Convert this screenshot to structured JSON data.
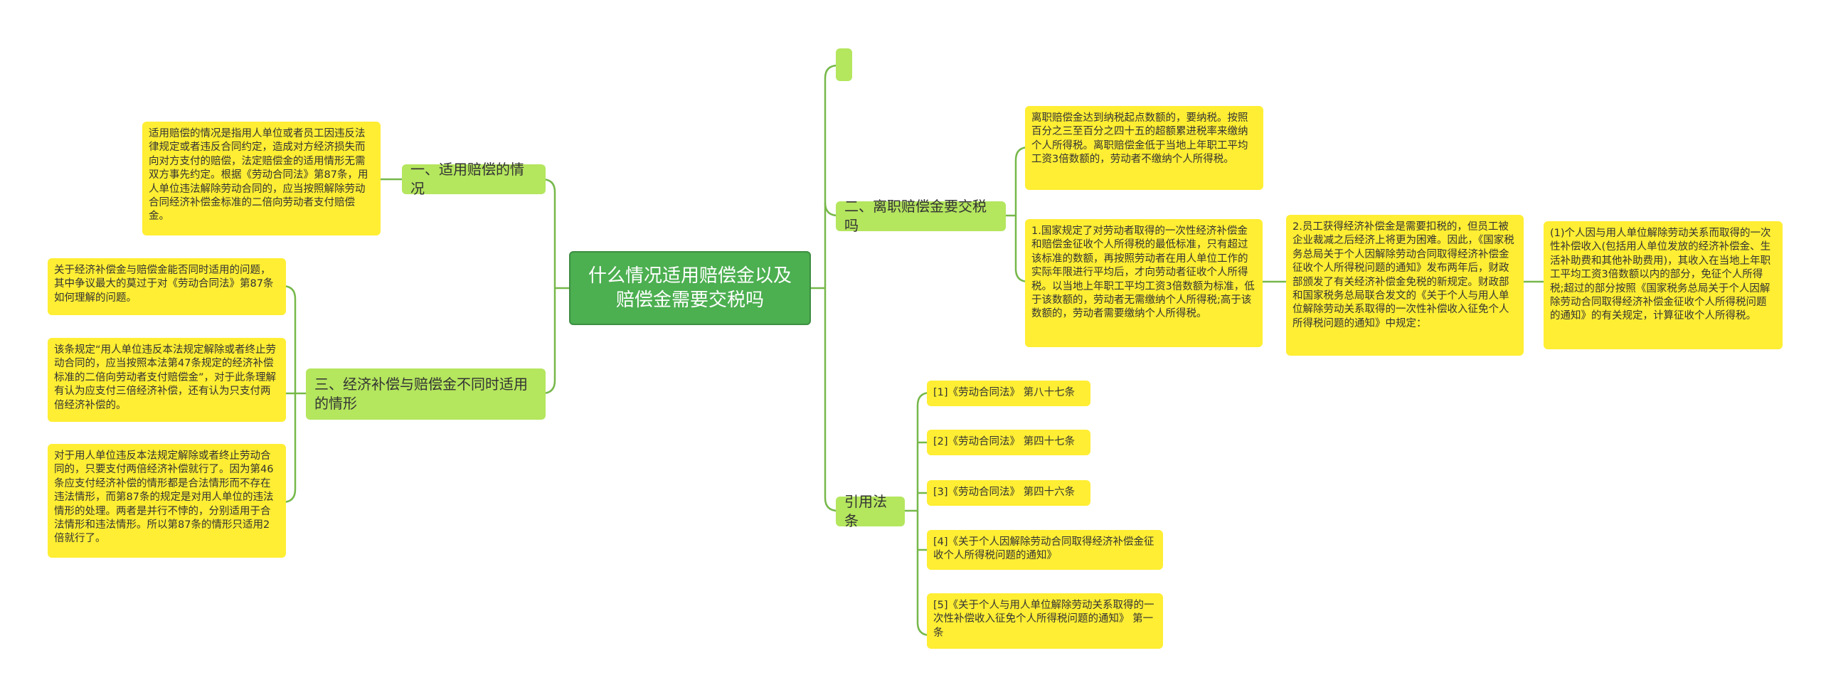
{
  "mindmap": {
    "root": "什么情况适用赔偿金以及赔偿金需要交税吗",
    "colors": {
      "root": "#4caf50",
      "branch": "#b4e65e",
      "leaf": "#ffee33",
      "line": "#76b84a"
    },
    "left": {
      "b1": {
        "title": "一、适用赔偿的情况",
        "leaf": "适用赔偿的情况是指用人单位或者员工因违反法律规定或者违反合同约定，造成对方经济损失而向对方支付的赔偿，法定赔偿金的适用情形无需双方事先约定。根据《劳动合同法》第87条，用人单位违法解除劳动合同的，应当按照解除劳动合同经济补偿金标准的二倍向劳动者支付赔偿金。"
      },
      "b3": {
        "title": "三、经济补偿与赔偿金不同时适用的情形",
        "leaves": [
          "关于经济补偿金与赔偿金能否同时适用的问题，其中争议最大的莫过于对《劳动合同法》第87条如何理解的问题。",
          "该条规定“用人单位违反本法规定解除或者终止劳动合同的，应当按照本法第47条规定的经济补偿标准的二倍向劳动者支付赔偿金”，对于此条理解有认为应支付三倍经济补偿，还有认为只支付两倍经济补偿的。",
          "对于用人单位违反本法规定解除或者终止劳动合同的，只要支付两倍经济补偿就行了。因为第46条应支付经济补偿的情形都是合法情形而不存在违法情形，而第87条的规定是对用人单位的违法情形的处理。两者是并行不悖的，分别适用于合法情形和违法情形。所以第87条的情形只适用2倍就行了。"
        ]
      }
    },
    "right": {
      "empty": "",
      "b2": {
        "title": "二、离职赔偿金要交税吗",
        "leaf1": "离职赔偿金达到纳税起点数额的，要纳税。按照百分之三至百分之四十五的超额累进税率来缴纳个人所得税。离职赔偿金低于当地上年职工平均工资3倍数额的，劳动者不缴纳个人所得税。",
        "leaf2": "1.国家规定了对劳动者取得的一次性经济补偿金和赔偿金征收个人所得税的最低标准，只有超过该标准的数额，再按照劳动者在用人单位工作的实际年限进行平均后，才向劳动者征收个人所得税。以当地上年职工平均工资3倍数额为标准，低于该数额的，劳动者无需缴纳个人所得税;高于该数额的，劳动者需要缴纳个人所得税。",
        "leaf3": "2.员工获得经济补偿金是需要扣税的，但员工被企业裁减之后经济上将更为困难。因此，《国家税务总局关于个人因解除劳动合同取得经济补偿金征收个人所得税问题的通知》发布两年后，财政部颁发了有关经济补偿金免税的新规定。财政部和国家税务总局联合发文的《关于个人与用人单位解除劳动关系取得的一次性补偿收入征免个人所得税问题的通知》中规定：",
        "leaf4": "(1)个人因与用人单位解除劳动关系而取得的一次性补偿收入(包括用人单位发放的经济补偿金、生活补助费和其他补助费用)，其收入在当地上年职工平均工资3倍数额以内的部分，免征个人所得税;超过的部分按照《国家税务总局关于个人因解除劳动合同取得经济补偿金征收个人所得税问题的通知》的有关规定，计算征收个人所得税。"
      },
      "refs": {
        "title": "引用法条",
        "items": [
          "[1]《劳动合同法》 第八十七条",
          "[2]《劳动合同法》 第四十七条",
          "[3]《劳动合同法》 第四十六条",
          "[4]《关于个人因解除劳动合同取得经济补偿金征收个人所得税问题的通知》",
          "[5]《关于个人与用人单位解除劳动关系取得的一次性补偿收入征免个人所得税问题的通知》 第一条"
        ]
      }
    }
  }
}
